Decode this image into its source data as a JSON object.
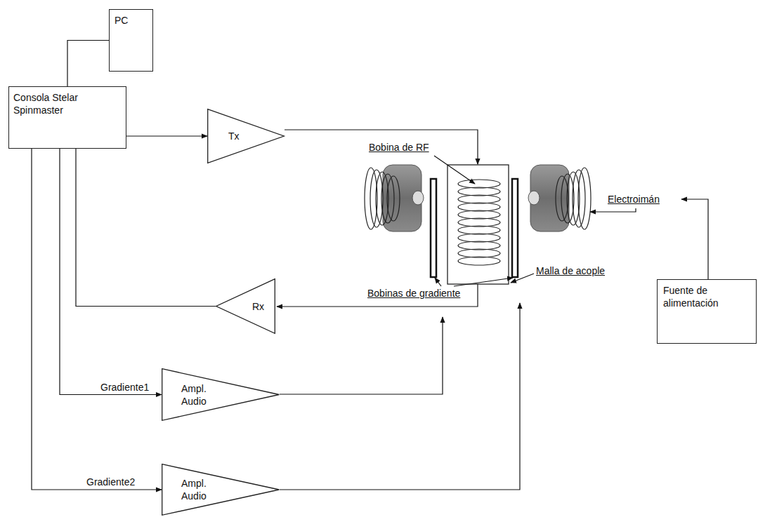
{
  "diagram": {
    "nodes": [
      {
        "text": [
          "PC"
        ]
      },
      {
        "text": [
          "Consola Stelar Spinmaster"
        ]
      },
      {
        "text": [
          "Tx"
        ]
      },
      {
        "text": [
          "Rx"
        ]
      },
      {
        "text": [
          "Ampl. Audio"
        ]
      },
      {
        "text": [
          "Ampl. Audio"
        ]
      },
      {
        "text": [
          "Fuente de alimentación"
        ]
      }
    ],
    "edges": [
      {
        "from": 0,
        "to": 1,
        "arrow": "none"
      },
      {
        "from": 1,
        "to": 2,
        "arrow": "to"
      },
      {
        "from": 3,
        "to": 1,
        "arrow": "none"
      },
      {
        "from": 1,
        "to": 4,
        "label": "Gradiente1",
        "arrow": "to"
      },
      {
        "from": 1,
        "to": 5,
        "label": "Gradiente2",
        "arrow": "to"
      }
    ],
    "labels": [
      "Bobina de RF",
      "Electroimán",
      "Bobinas de gradiente",
      "Malla de acople"
    ]
  }
}
